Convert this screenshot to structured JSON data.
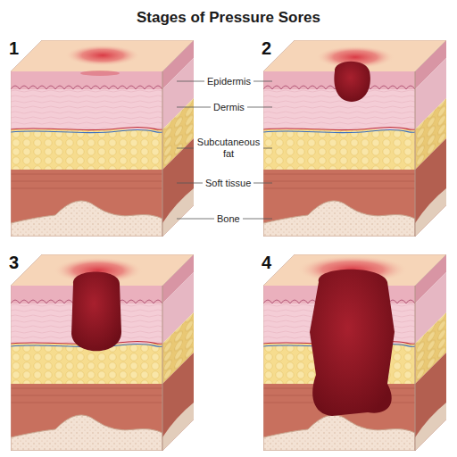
{
  "diagram": {
    "title": "Stages of Pressure Sores",
    "labels": [
      "1",
      "2",
      "Epidermis",
      "Dermis",
      "Subcutaneous fat",
      "Soft tissue",
      "Bone",
      "3",
      "4"
    ]
  }
}
